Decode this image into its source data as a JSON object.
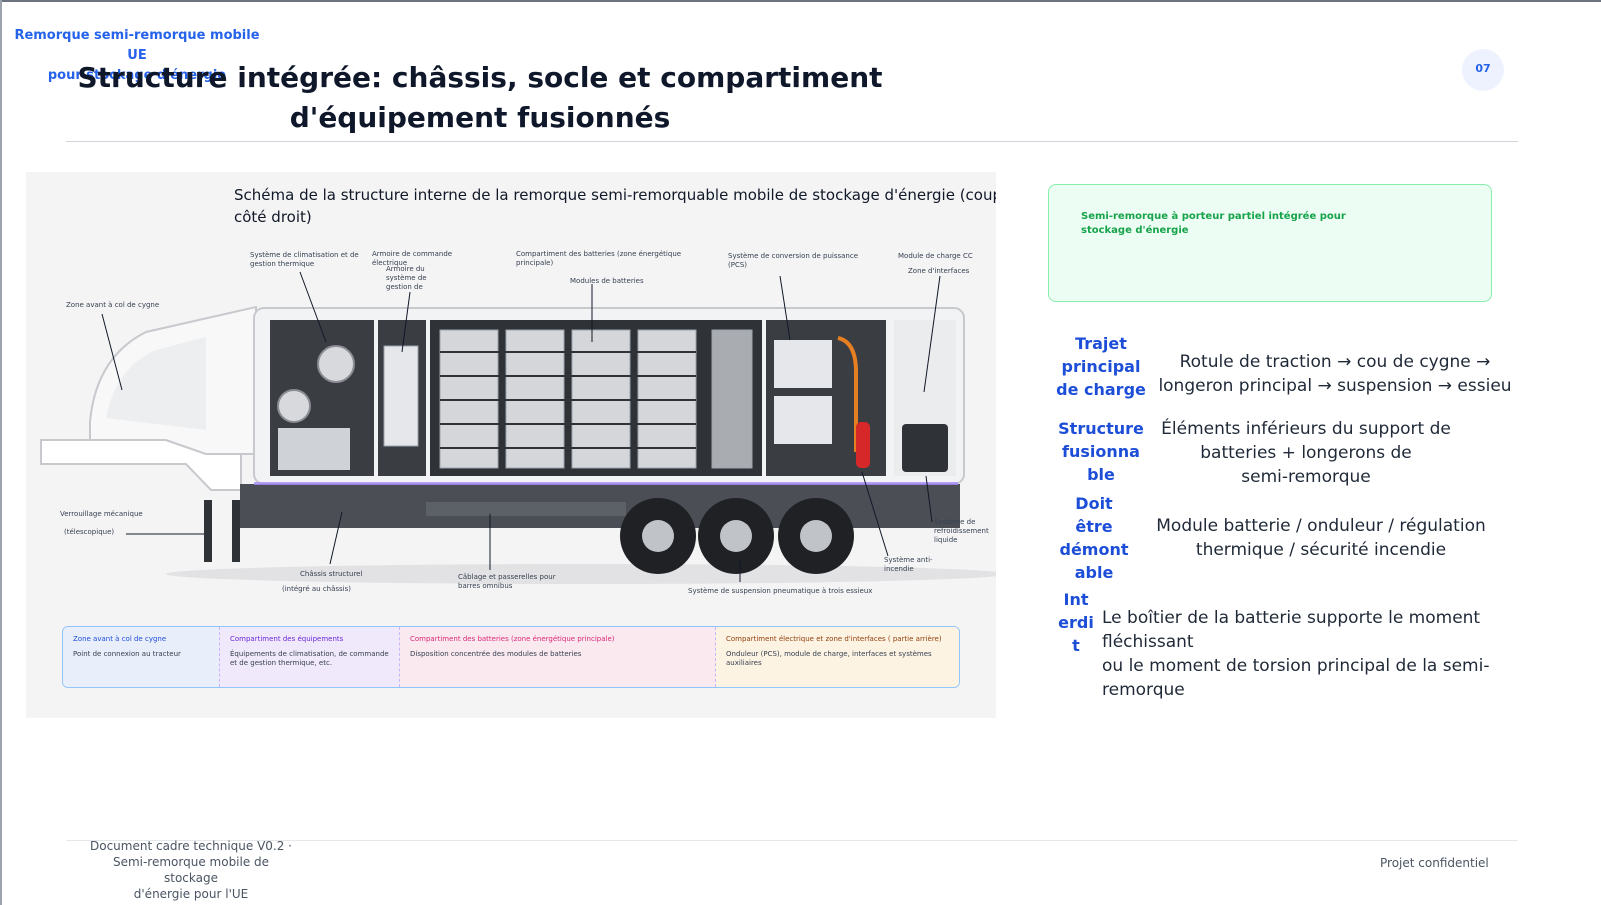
{
  "brand": {
    "line1": "Remorque semi-remorque mobile UE",
    "line2": "pour stockage d'énergie"
  },
  "title": {
    "line1": "Structure intégrée: châssis, socle et compartiment",
    "line2": "d'équipement fusionnés"
  },
  "page_number": "07",
  "diagram": {
    "caption": "Schéma de la structure interne de la remorque semi-remorquable mobile de stockage d'énergie (coupe côté droit)",
    "labels": {
      "clim": "Système de climatisation et de gestion thermique",
      "armoire": "Armoire de commande électrique",
      "armoire_sys": "Armoire du système de gestion de",
      "batteries": "Compartiment des batteries (zone énergétique principale)",
      "modules": "Modules de batteries",
      "pcs": "Système de conversion de puissance (PCS)",
      "charge": "Module de charge CC",
      "interfaces": "Zone d'interfaces",
      "col_cygne": "Zone avant à col de cygne",
      "verrou1": "Verrouillage mécanique",
      "verrou2": "(télescopique)",
      "chassis1": "Châssis structurel",
      "chassis2": "(intégré au châssis)",
      "cablage": "Câblage et passerelles pour barres omnibus",
      "suspension": "Système de suspension pneumatique à trois essieux",
      "refroid": "Système de refroidissement liquide",
      "anti_incendie": "Système anti-incendie"
    },
    "zones": [
      {
        "title": "Zone avant à col de cygne",
        "desc": "Point de connexion au tracteur",
        "color": "#1d4ed8",
        "bg": "#e9eefb"
      },
      {
        "title": "Compartiment des équipements",
        "desc": "Équipements de climatisation, de commande et de gestion thermique, etc.",
        "color": "#6d28d9",
        "bg": "#efe9fb"
      },
      {
        "title": "Compartiment des batteries (zone énergétique principale)",
        "desc": "Disposition concentrée des modules de batteries",
        "color": "#db2777",
        "bg": "#fbe9f0"
      },
      {
        "title": "Compartiment électrique et zone d'interfaces ( partie arrière)",
        "desc": "Onduleur (PCS), module de charge, interfaces et systèmes auxiliaires",
        "color": "#92400e",
        "bg": "#fdf3e3"
      }
    ]
  },
  "callout": {
    "text": "Semi-remorque à porteur partiel intégrée pour stockage d'énergie"
  },
  "rows": [
    {
      "label": [
        "Trajet",
        "principal",
        "de charge"
      ],
      "desc": [
        "Rotule de traction → cou de cygne →",
        "longeron principal → suspension → essieu"
      ]
    },
    {
      "label": [
        "Structure",
        "fusionna",
        "ble"
      ],
      "desc": [
        "Éléments inférieurs du support de",
        "batteries + longerons de",
        "semi-remorque"
      ]
    },
    {
      "label": [
        "Doit",
        "être",
        "démont",
        "able"
      ],
      "desc": [
        "Module batterie / onduleur / régulation",
        "thermique / sécurité incendie"
      ]
    },
    {
      "label": [
        "Int",
        "erdi",
        "t"
      ],
      "desc": [
        "Le boîtier de la batterie supporte le moment fléchissant",
        "ou le moment de torsion principal de la semi-remorque"
      ]
    }
  ],
  "footer": {
    "doc": [
      "Document cadre technique V0.2 ·",
      "Semi-remorque mobile de stockage",
      "d'énergie pour l'UE"
    ],
    "confidential": "Projet confidentiel"
  },
  "colors": {
    "accent": "#2563eb",
    "title": "#0f172a",
    "green": "#16a34a"
  }
}
